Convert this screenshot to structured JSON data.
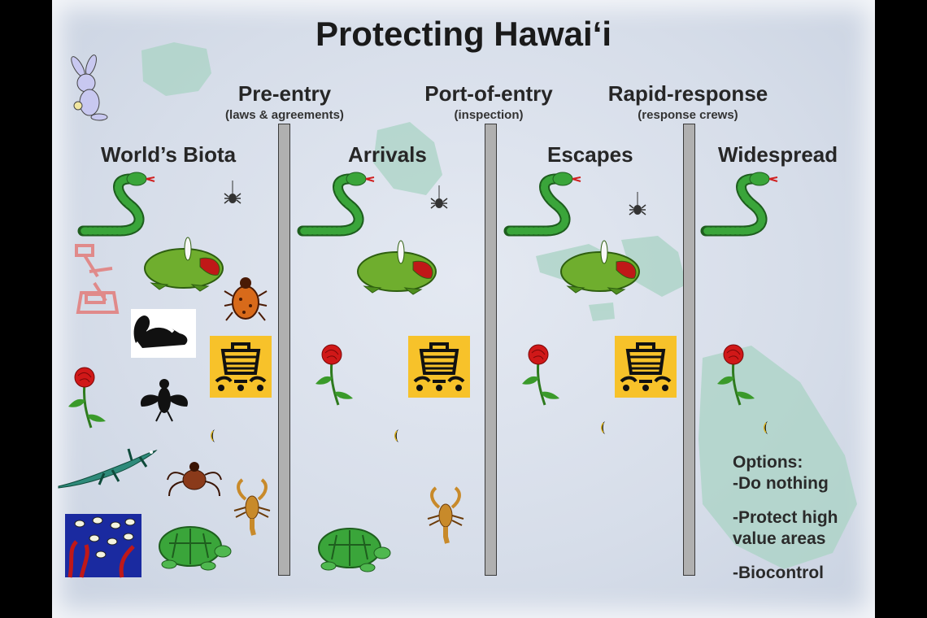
{
  "title": "Protecting Hawai‘i",
  "stages": [
    {
      "label": "Pre-entry",
      "sublabel": "(laws & agreements)"
    },
    {
      "label": "Port-of-entry",
      "sublabel": "(inspection)"
    },
    {
      "label": "Rapid-response",
      "sublabel": "(response crews)"
    }
  ],
  "columns": [
    "World’s Biota",
    "Arrivals",
    "Escapes",
    "Widespread"
  ],
  "options": {
    "heading": "Options:",
    "items": [
      "-Do nothing",
      "-Protect high",
      "value areas",
      "-Biocontrol"
    ]
  },
  "colors": {
    "background": "#d6dde9",
    "island": "#a9d3c4",
    "barrier": "#b0b0b0",
    "snake": "#2e8b2e",
    "frog": "#6fae2e",
    "basket_bg": "#f7c22a"
  },
  "icons": [
    "rabbit-icon",
    "snake-icon",
    "spider-icon",
    "frog-icon",
    "beetle-icon",
    "microscope-icon",
    "skunk-icon",
    "basket-icon",
    "rose-icon",
    "fly-icon",
    "lizard-icon",
    "tick-icon",
    "scorpion-icon",
    "turtle-icon",
    "reef-fish-icon",
    "moth-icon"
  ]
}
